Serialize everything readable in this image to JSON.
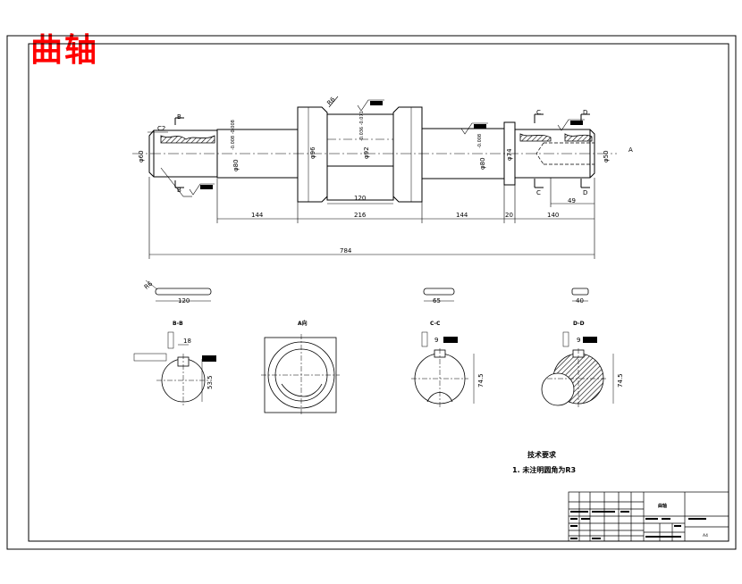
{
  "title": "曲轴",
  "dimensions": {
    "l144a": "144",
    "l216": "216",
    "l144b": "144",
    "l20": "20",
    "l140": "140",
    "l784": "784",
    "l120": "120",
    "l49": "49",
    "d60": "φ60",
    "d80a": "φ80",
    "d80a_tol": "-0.008 -0.008",
    "d96": "φ96",
    "d92": "φ92",
    "d92_tol": "-0.036 -0.071",
    "d80b": "φ80",
    "d80b_tol": "-0.008",
    "d74": "φ74",
    "d50": "φ50",
    "chamfer": "C2",
    "r6": "R6",
    "sym": "A",
    "key120": "120",
    "key65": "65",
    "key40": "40"
  },
  "sections": {
    "bb": "B-B",
    "aa": "A向",
    "cc": "C-C",
    "dd": "D-D",
    "bb_w": "18",
    "bb_d": "53.5",
    "cc_w": "9",
    "cc_d": "74.5",
    "dd_w": "9",
    "dd_d": "74.5"
  },
  "cut_labels": {
    "b_top": "B",
    "b_bot": "B",
    "c_top": "C",
    "c_bot": "C",
    "d_top": "D",
    "d_bot": "D"
  },
  "requirements": {
    "heading": "技术要求",
    "item1": "1. 未注明圆角为R3"
  },
  "title_block": {
    "part_name": "曲轴",
    "school": "",
    "scale": "",
    "sheet": "A4"
  }
}
